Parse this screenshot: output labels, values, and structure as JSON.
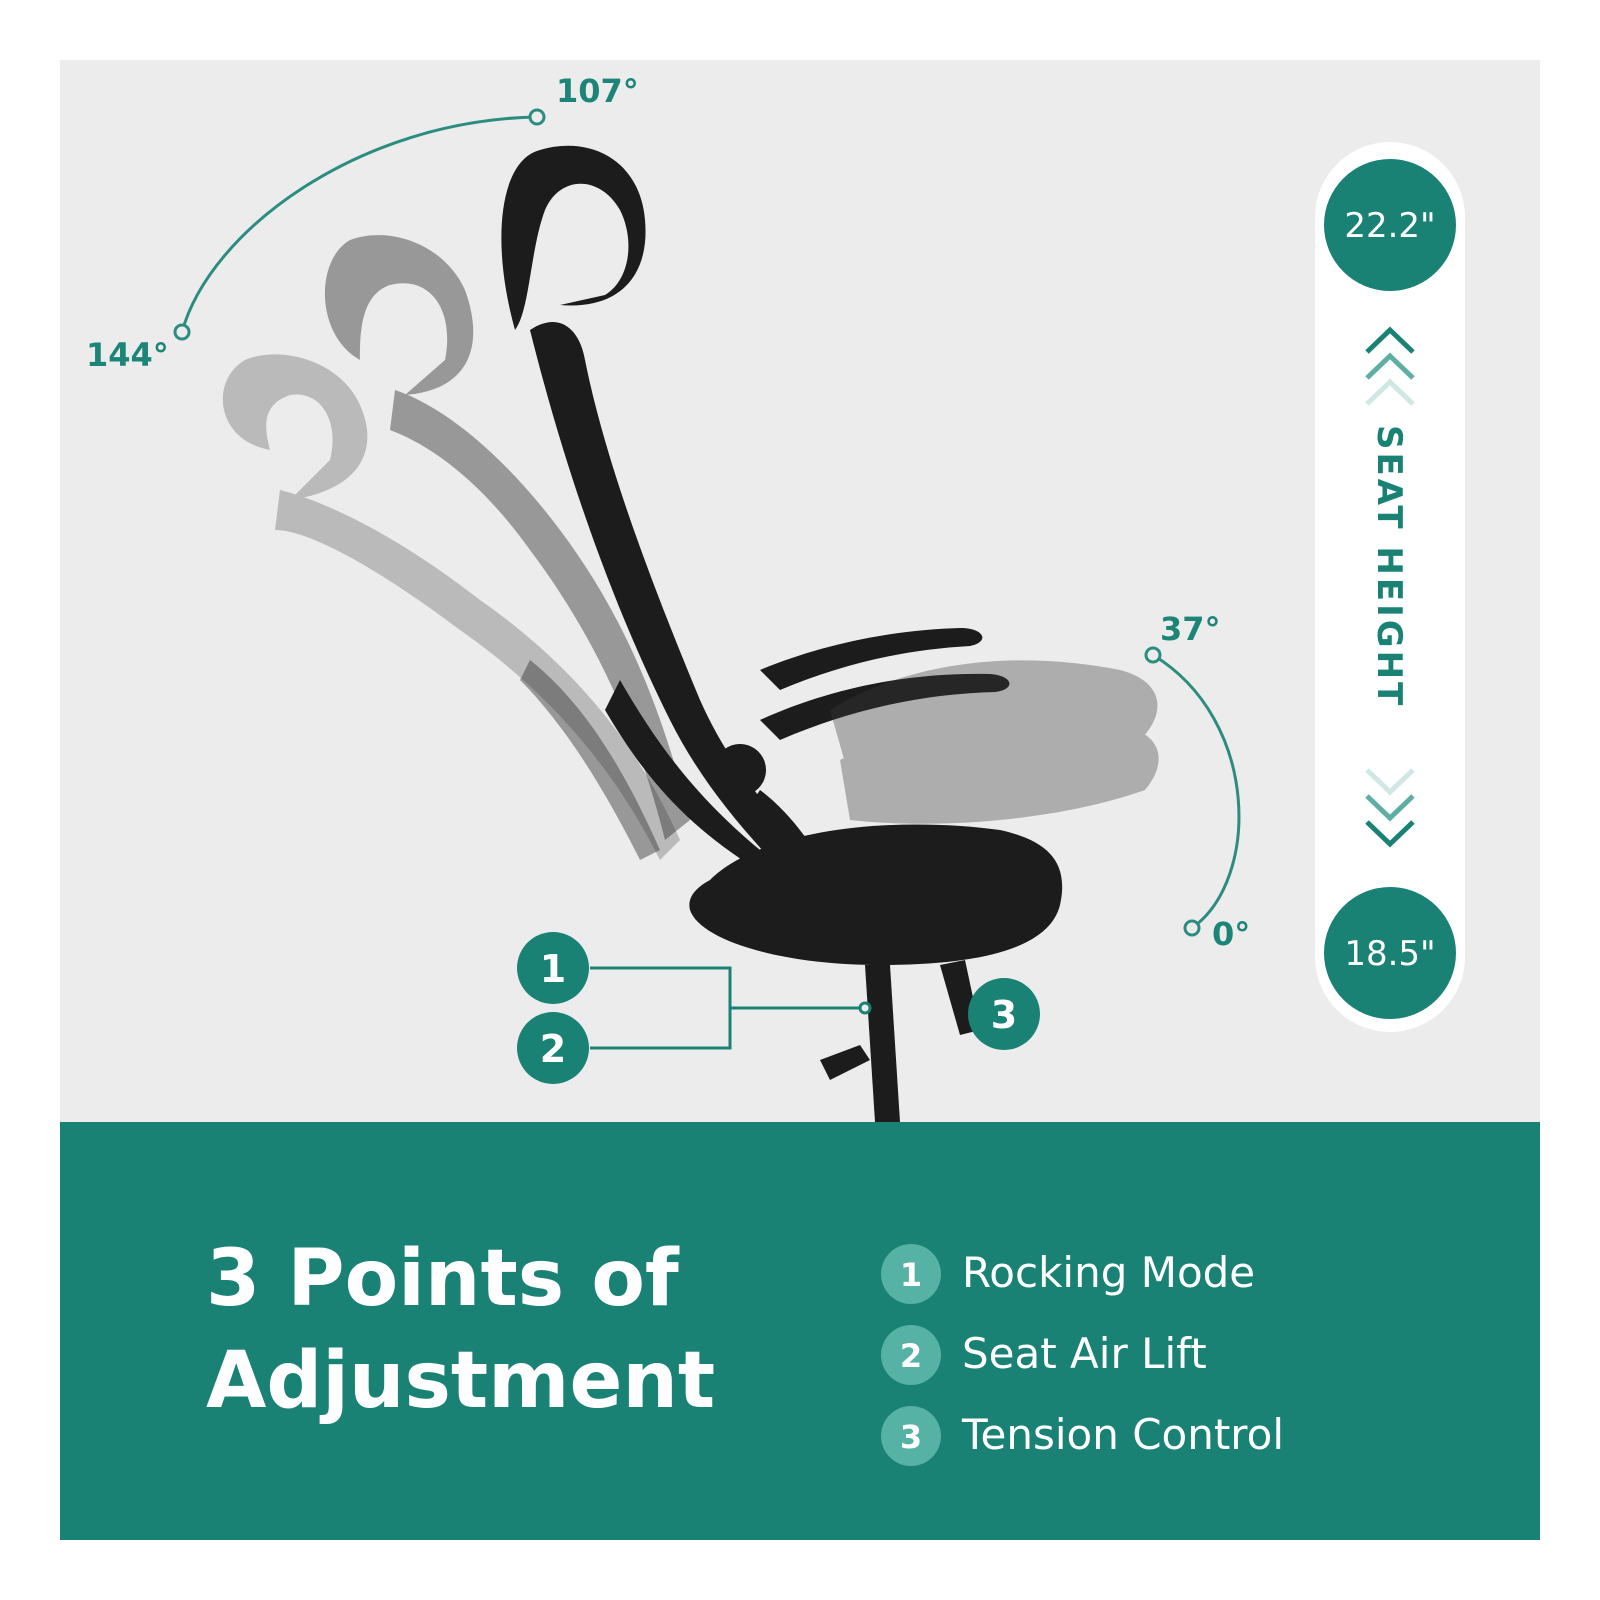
{
  "colors": {
    "teal": "#1a8275",
    "teal_light": "#9cd3cc",
    "background": "#ececec",
    "panel_teal": "#1a8275",
    "chair_black": "#1a1a1a"
  },
  "angles": {
    "recline_min": "107°",
    "recline_max": "144°",
    "flip_arm_top": "37°",
    "flip_arm_bottom": "0°"
  },
  "seat_height": {
    "label": "SEAT HEIGHT",
    "max": "22.2\"",
    "min": "18.5\""
  },
  "markers": {
    "m1": "1",
    "m2": "2",
    "m3": "3"
  },
  "headline": {
    "line1": "3 Points of",
    "line2": "Adjustment"
  },
  "features": [
    {
      "number": "1",
      "label": "Rocking Mode"
    },
    {
      "number": "2",
      "label": "Seat Air Lift"
    },
    {
      "number": "3",
      "label": "Tension Control"
    }
  ]
}
